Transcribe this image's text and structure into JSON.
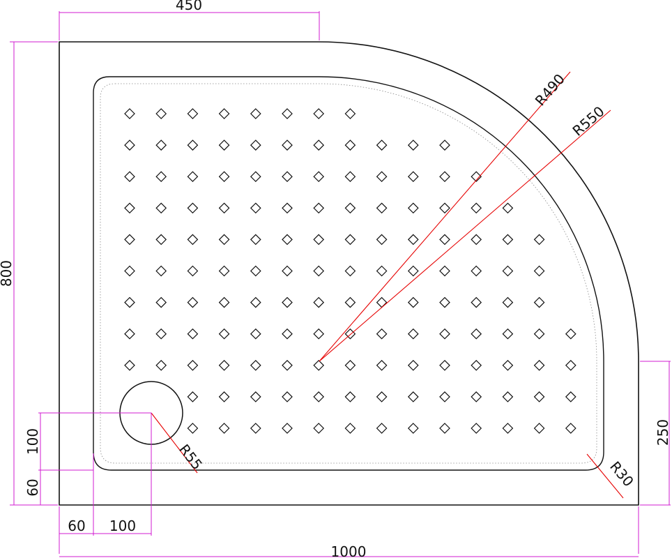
{
  "drawing": {
    "dimensions": {
      "top_width": "450",
      "total_height": "800",
      "total_width": "1000",
      "side_straight": "250",
      "drain_offset_y": "100",
      "rim_bottom": "60",
      "rim_left": "60",
      "drain_offset_x": "100"
    },
    "radii": {
      "inner_arc": "R490",
      "outer_arc": "R550",
      "drain": "R55",
      "corner": "R30"
    },
    "colors": {
      "outline": "#111111",
      "dimension_lines": "#d21bd2",
      "radius_lines": "#e60000"
    },
    "studs": {
      "rows": [
        8,
        11,
        12,
        13,
        14,
        14,
        14,
        15,
        15,
        13,
        13
      ]
    }
  }
}
